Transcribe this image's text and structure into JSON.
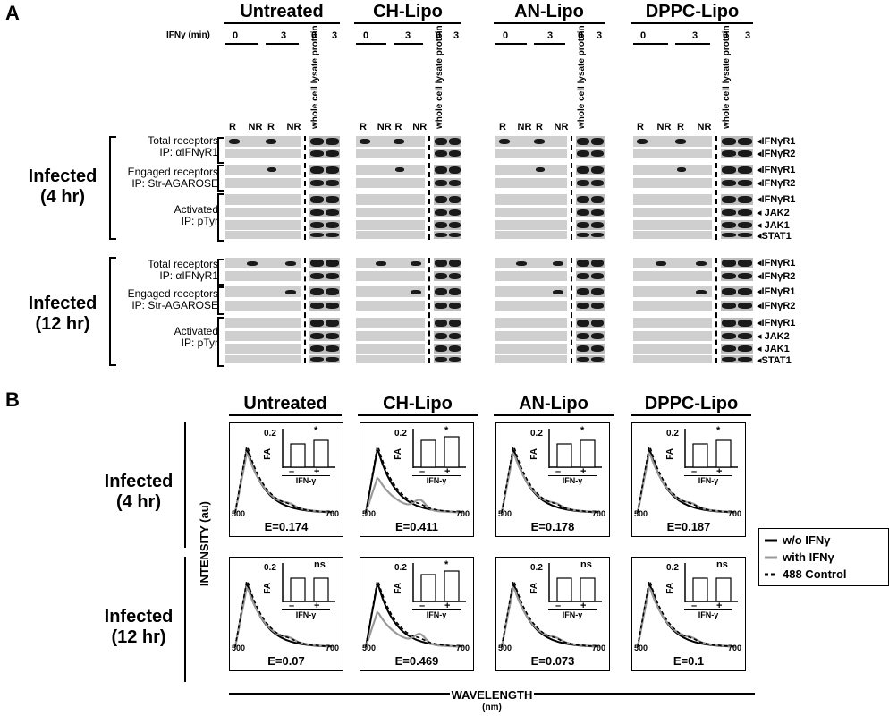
{
  "panel_a": {
    "letter": "A",
    "groups": [
      "Untreated",
      "CH-Lipo",
      "AN-Lipo",
      "DPPC-Lipo"
    ],
    "ifn_label": "IFNγ (min)",
    "time_zero": "0",
    "time_three": "3",
    "wcl_label": "whole cell lysate protein",
    "lane_r": "R",
    "lane_nr": "NR",
    "conditions": [
      {
        "name": "Infected",
        "time": "(4 hr)"
      },
      {
        "name": "Infected",
        "time": "(12 hr)"
      }
    ],
    "row_labels": [
      {
        "line1": "Total receptors",
        "line2": "IP: αIFNγR1"
      },
      {
        "line1": "Engaged receptors",
        "line2": "IP: Str-AGAROSE"
      },
      {
        "line1": "Activated",
        "line2": "IP: pTyr"
      }
    ],
    "annotations": [
      "◂IFNγR1",
      "◂IFNγR2",
      "◂IFNγR1",
      "◂IFNγR2",
      "◂IFNγR1",
      "◂ JAK2",
      "◂ JAK1",
      "◂STAT1"
    ]
  },
  "panel_b": {
    "letter": "B",
    "groups": [
      "Untreated",
      "CH-Lipo",
      "AN-Lipo",
      "DPPC-Lipo"
    ],
    "conditions": [
      {
        "name": "Infected",
        "time": "(4 hr)"
      },
      {
        "name": "Infected",
        "time": "(12 hr)"
      }
    ],
    "ylabel": "INTENSITY (au)",
    "xlabel": "WAVELENGTH",
    "xunit": "(nm)",
    "x_ticks": [
      "500",
      "700"
    ],
    "inset_ylabel": "FA",
    "inset_ytick": "0.2",
    "inset_xlabel": "IFN-γ",
    "inset_minus": "–",
    "inset_plus": "+",
    "e_values": [
      [
        "E=0.174",
        "E=0.411",
        "E=0.178",
        "E=0.187"
      ],
      [
        "E=0.07",
        "E=0.469",
        "E=0.073",
        "E=0.1"
      ]
    ],
    "significance": [
      [
        "*",
        "*",
        "*",
        "*"
      ],
      [
        "ns",
        "*",
        "ns",
        "ns"
      ]
    ],
    "legend": [
      {
        "label": "w/o  IFNγ",
        "color": "#000000",
        "style": "solid"
      },
      {
        "label": "with IFNγ",
        "color": "#9a9a9a",
        "style": "solid"
      },
      {
        "label": "488 Control",
        "color": "#000000",
        "style": "dashed"
      }
    ]
  }
}
